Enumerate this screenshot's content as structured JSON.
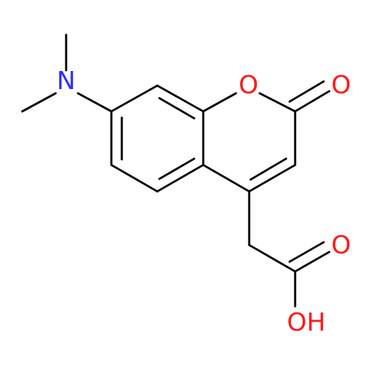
{
  "molecule": {
    "atoms": {
      "N": {
        "text": "N",
        "color": "#2e2eff"
      },
      "O_ring": {
        "text": "O",
        "color": "#ff1a1a"
      },
      "O_carbonyl": {
        "text": "O",
        "color": "#ff1a1a"
      },
      "O_acid": {
        "text": "O",
        "color": "#ff1a1a"
      },
      "OH": {
        "text": "OH",
        "color": "#ff1a1a"
      }
    },
    "bond_color": "#000000"
  }
}
